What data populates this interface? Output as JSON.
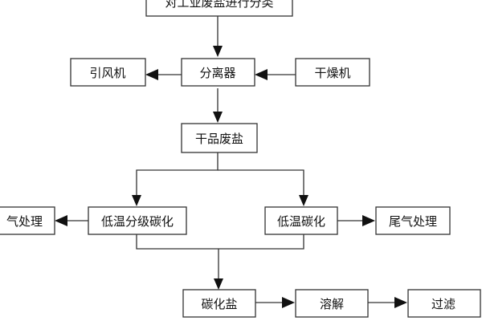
{
  "nodes": {
    "classify": "对工业废盐进行分类",
    "separator": "分离器",
    "fan": "引风机",
    "dryer": "干燥机",
    "dry_salt": "干品废盐",
    "tail_gas_left": "气处理",
    "low_temp_graded": "低温分级碳化",
    "low_temp": "低温碳化",
    "tail_gas_right": "尾气处理",
    "carbonized_salt": "碳化盐",
    "dissolve": "溶解",
    "filter": "过滤"
  }
}
